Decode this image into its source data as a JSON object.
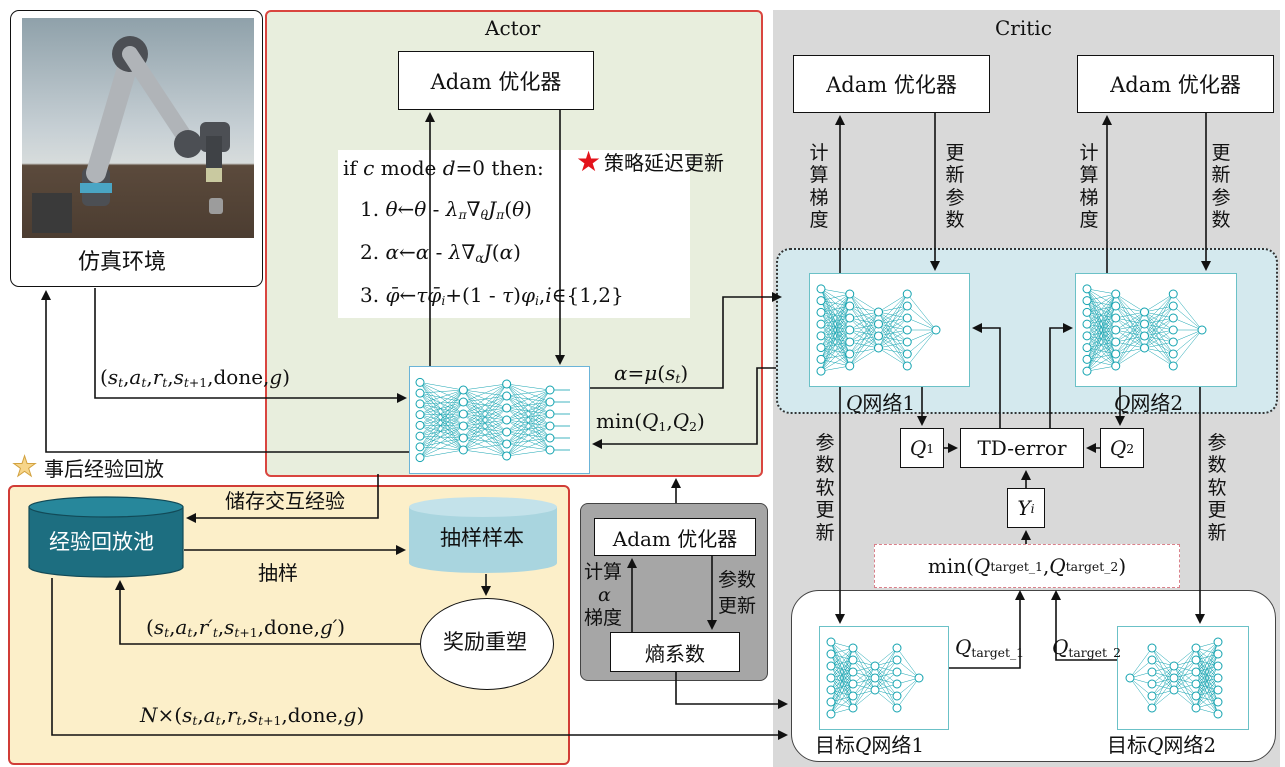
{
  "sim": {
    "label": "仿真环境"
  },
  "actor": {
    "title": "Actor",
    "adam": "Adam 优化器",
    "cond_if": "if",
    "cond_c": "c",
    "cond_mode": " mode ",
    "cond_d": "d",
    "cond_tail": "=0 then:",
    "delay_label": "策略延迟更新"
  },
  "critic": {
    "title": "Critic",
    "adam1": "Adam 优化器",
    "adam2": "Adam 优化器",
    "grad": "计算梯度",
    "update": "更新参数",
    "q1_net": "网络1",
    "q2_net": "网络2",
    "td_error": "TD-error",
    "soft_update": "参数软更新",
    "target_net1": "网络1",
    "target_net2": "网络2",
    "target_prefix": "目标"
  },
  "entropy": {
    "adam": "Adam 优化器",
    "grad_top": "计算",
    "grad_bottom": "梯度",
    "update_top": "参数",
    "update_bottom": "更新",
    "coef": "熵系数"
  },
  "her": {
    "title": "事后经验回放",
    "pool": "经验回放池",
    "samples": "抽样样本",
    "reward": "奖励重塑",
    "sample_arrow": "抽样",
    "store": "储存交互经验"
  },
  "colors": {
    "actor_bg": "#e8eedd",
    "actor_border": "#d9453f",
    "critic_bg": "#d9d9d9",
    "q_region": "#d4e9ee",
    "her_bg": "#fcefc9",
    "her_border": "#d13c36",
    "entropy_bg": "#a6a6a6",
    "pool": "#1d6e80",
    "samples": "#a9d5df",
    "net": "#13a3b0"
  }
}
